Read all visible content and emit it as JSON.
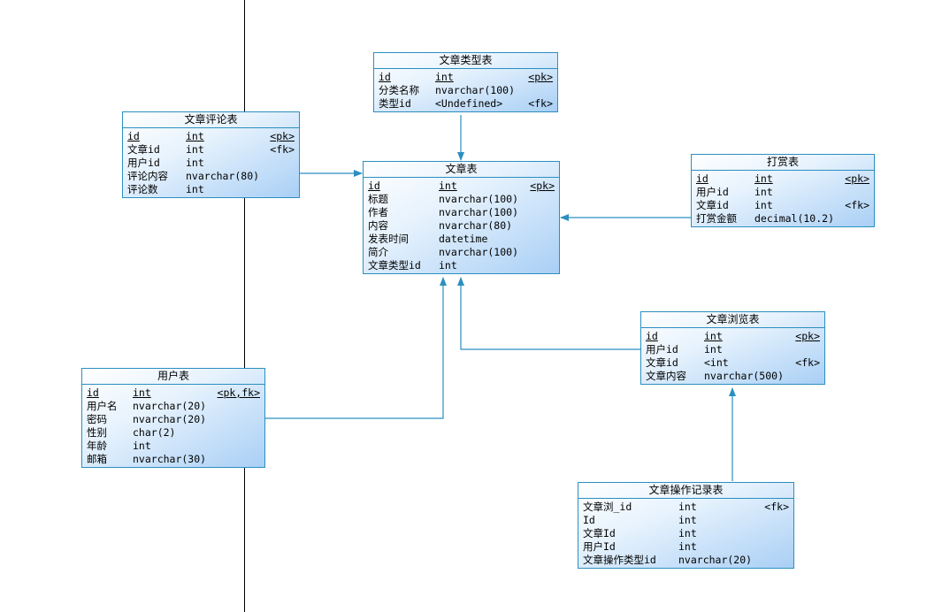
{
  "entities": [
    {
      "id": "article-type",
      "title": "文章类型表",
      "rows": [
        {
          "name": "id",
          "type": "int",
          "key": "<pk>",
          "pk": true
        },
        {
          "name": "分类名称",
          "type": "nvarchar(100)",
          "key": ""
        },
        {
          "name": "类型id",
          "type": "<Undefined>",
          "key": "<fk>"
        }
      ]
    },
    {
      "id": "article-comment",
      "title": "文章评论表",
      "rows": [
        {
          "name": "id",
          "type": "int",
          "key": "<pk>",
          "pk": true
        },
        {
          "name": "文章id",
          "type": "int",
          "key": "<fk>"
        },
        {
          "name": "用户id",
          "type": "int",
          "key": ""
        },
        {
          "name": "评论内容",
          "type": "nvarchar(80)",
          "key": ""
        },
        {
          "name": "评论数",
          "type": "int",
          "key": ""
        }
      ]
    },
    {
      "id": "article",
      "title": "文章表",
      "rows": [
        {
          "name": "id",
          "type": "int",
          "key": "<pk>",
          "pk": true
        },
        {
          "name": "标题",
          "type": "nvarchar(100)",
          "key": ""
        },
        {
          "name": "作者",
          "type": "nvarchar(100)",
          "key": ""
        },
        {
          "name": "内容",
          "type": "nvarchar(80)",
          "key": ""
        },
        {
          "name": "发表时间",
          "type": "datetime",
          "key": ""
        },
        {
          "name": "简介",
          "type": "nvarchar(100)",
          "key": ""
        },
        {
          "name": "文章类型id",
          "type": "int",
          "key": ""
        }
      ]
    },
    {
      "id": "reward",
      "title": "打赏表",
      "rows": [
        {
          "name": "id",
          "type": "int",
          "key": "<pk>",
          "pk": true
        },
        {
          "name": "用户id",
          "type": "int",
          "key": ""
        },
        {
          "name": "文章id",
          "type": "int",
          "key": "<fk>"
        },
        {
          "name": "打赏金额",
          "type": "decimal(10.2)",
          "key": ""
        }
      ]
    },
    {
      "id": "article-browse",
      "title": "文章浏览表",
      "rows": [
        {
          "name": "id",
          "type": "int",
          "key": "<pk>",
          "pk": true
        },
        {
          "name": "用户id",
          "type": "int",
          "key": ""
        },
        {
          "name": "文章id",
          "type": "<int",
          "key": "<fk>"
        },
        {
          "name": "文章内容",
          "type": "nvarchar(500)",
          "key": ""
        }
      ]
    },
    {
      "id": "user",
      "title": "用户表",
      "rows": [
        {
          "name": "id",
          "type": "int",
          "key": "<pk,fk>",
          "pk": true
        },
        {
          "name": "用户名",
          "type": "nvarchar(20)",
          "key": ""
        },
        {
          "name": "密码",
          "type": "nvarchar(20)",
          "key": ""
        },
        {
          "name": "性别",
          "type": "char(2)",
          "key": ""
        },
        {
          "name": "年龄",
          "type": "int",
          "key": ""
        },
        {
          "name": "邮箱",
          "type": "nvarchar(30)",
          "key": ""
        }
      ]
    },
    {
      "id": "article-op-log",
      "title": "文章操作记录表",
      "rows": [
        {
          "name": "文章浏_id",
          "type": "int",
          "key": "<fk>"
        },
        {
          "name": "Id",
          "type": "int",
          "key": ""
        },
        {
          "name": "文章Id",
          "type": "int",
          "key": ""
        },
        {
          "name": "用户Id",
          "type": "int",
          "key": ""
        },
        {
          "name": "文章操作类型id",
          "type": "nvarchar(20)",
          "key": ""
        }
      ]
    }
  ],
  "colors": {
    "border": "#2b8fbf",
    "connector": "#2b8fbf",
    "divider": "#000000"
  }
}
